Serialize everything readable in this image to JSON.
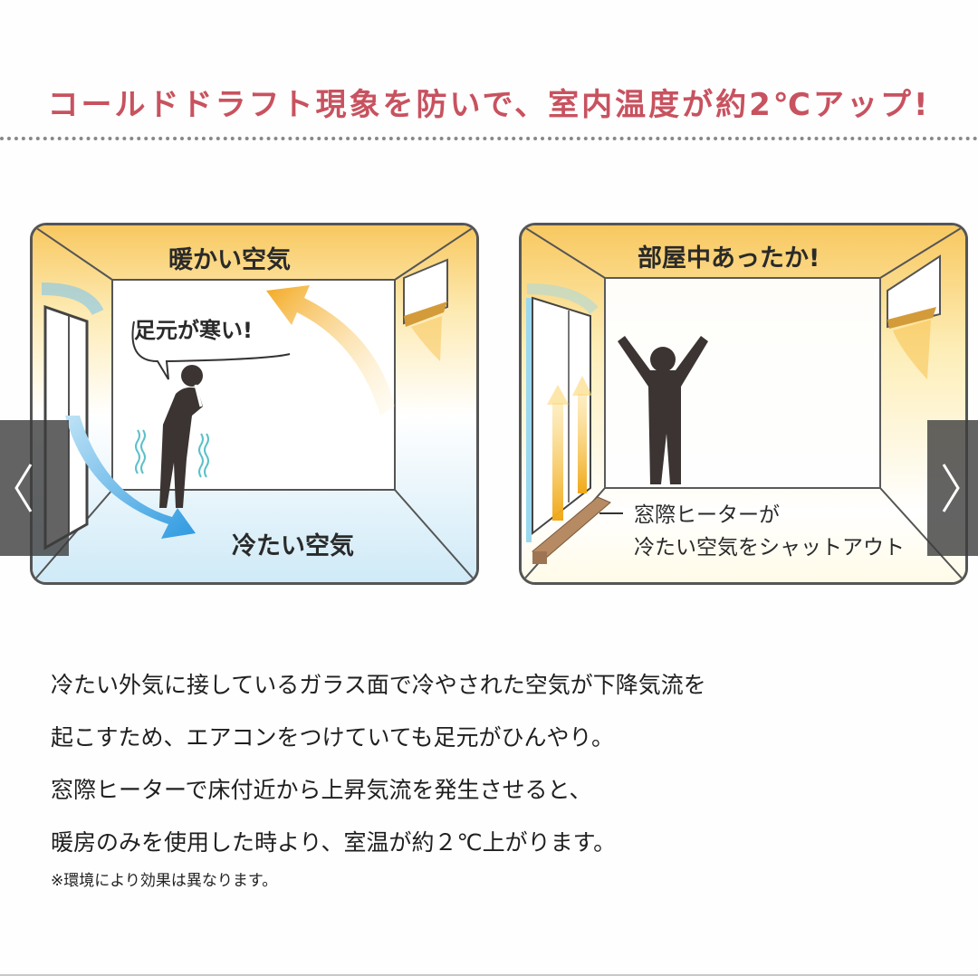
{
  "headline": "コールドドラフト現象を防いで、室内温度が約2℃アップ!",
  "colors": {
    "headline": "#c8525f",
    "warm": "#f5b73c",
    "cold": "#4aaee8",
    "figure": "#3b3433",
    "nav_overlay": "#3c3c3c"
  },
  "panels": [
    {
      "id": "before",
      "top_label": "暖かい空気",
      "speech_bubble": "足元が寒い!",
      "bottom_label": "冷たい空気",
      "icons": [
        "window-icon",
        "air-conditioner-icon",
        "shivering-person-icon",
        "cold-air-arrow-icon",
        "warm-air-arrow-icon"
      ]
    },
    {
      "id": "after",
      "top_label": "部屋中あったか!",
      "callout_line1": "窓際ヒーターが",
      "callout_line2": "冷たい空気をシャットアウト",
      "icons": [
        "window-icon",
        "air-conditioner-icon",
        "happy-person-icon",
        "window-heater-icon",
        "warm-updraft-icon"
      ]
    }
  ],
  "carousel": {
    "prev_icon": "chevron-left-icon",
    "next_icon": "chevron-right-icon"
  },
  "description": {
    "lines": [
      "冷たい外気に接しているガラス面で冷やされた空気が下降気流を",
      "起こすため、エアコンをつけていても足元がひんやり。",
      "窓際ヒーターで床付近から上昇気流を発生させると、",
      "暖房のみを使用した時より、室温が約２℃上がります。"
    ],
    "note": "※環境により効果は異なります。"
  }
}
